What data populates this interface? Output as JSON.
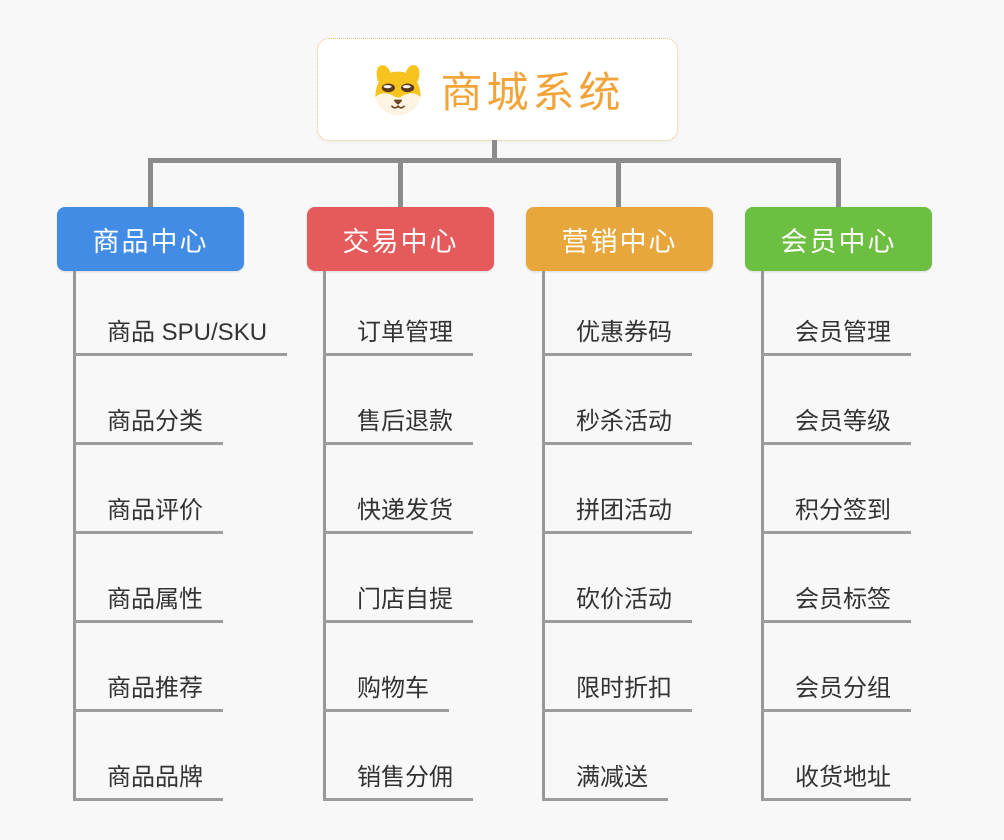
{
  "root": {
    "title": "商城系统",
    "icon": "dog-face-icon"
  },
  "branches": [
    {
      "label": "商品中心",
      "color": "#428ce6",
      "items": [
        "商品 SPU/SKU",
        "商品分类",
        "商品评价",
        "商品属性",
        "商品推荐",
        "商品品牌"
      ]
    },
    {
      "label": "交易中心",
      "color": "#e55a5a",
      "items": [
        "订单管理",
        "售后退款",
        "快递发货",
        "门店自提",
        "购物车",
        "销售分佣"
      ]
    },
    {
      "label": "营销中心",
      "color": "#e8a73d",
      "items": [
        "优惠券码",
        "秒杀活动",
        "拼团活动",
        "砍价活动",
        "限时折扣",
        "满减送"
      ]
    },
    {
      "label": "会员中心",
      "color": "#6cbf40",
      "items": [
        "会员管理",
        "会员等级",
        "积分签到",
        "会员标签",
        "会员分组",
        "收货地址"
      ]
    }
  ],
  "colors": {
    "background": "#f8f8f8",
    "connector": "#8c8c8c",
    "leaf_line": "#9c9c9c",
    "root_text": "#f2a43b",
    "root_border": "#f0c078",
    "dog_yellow": "#f6c31f",
    "dog_cream": "#fdf4e1"
  }
}
